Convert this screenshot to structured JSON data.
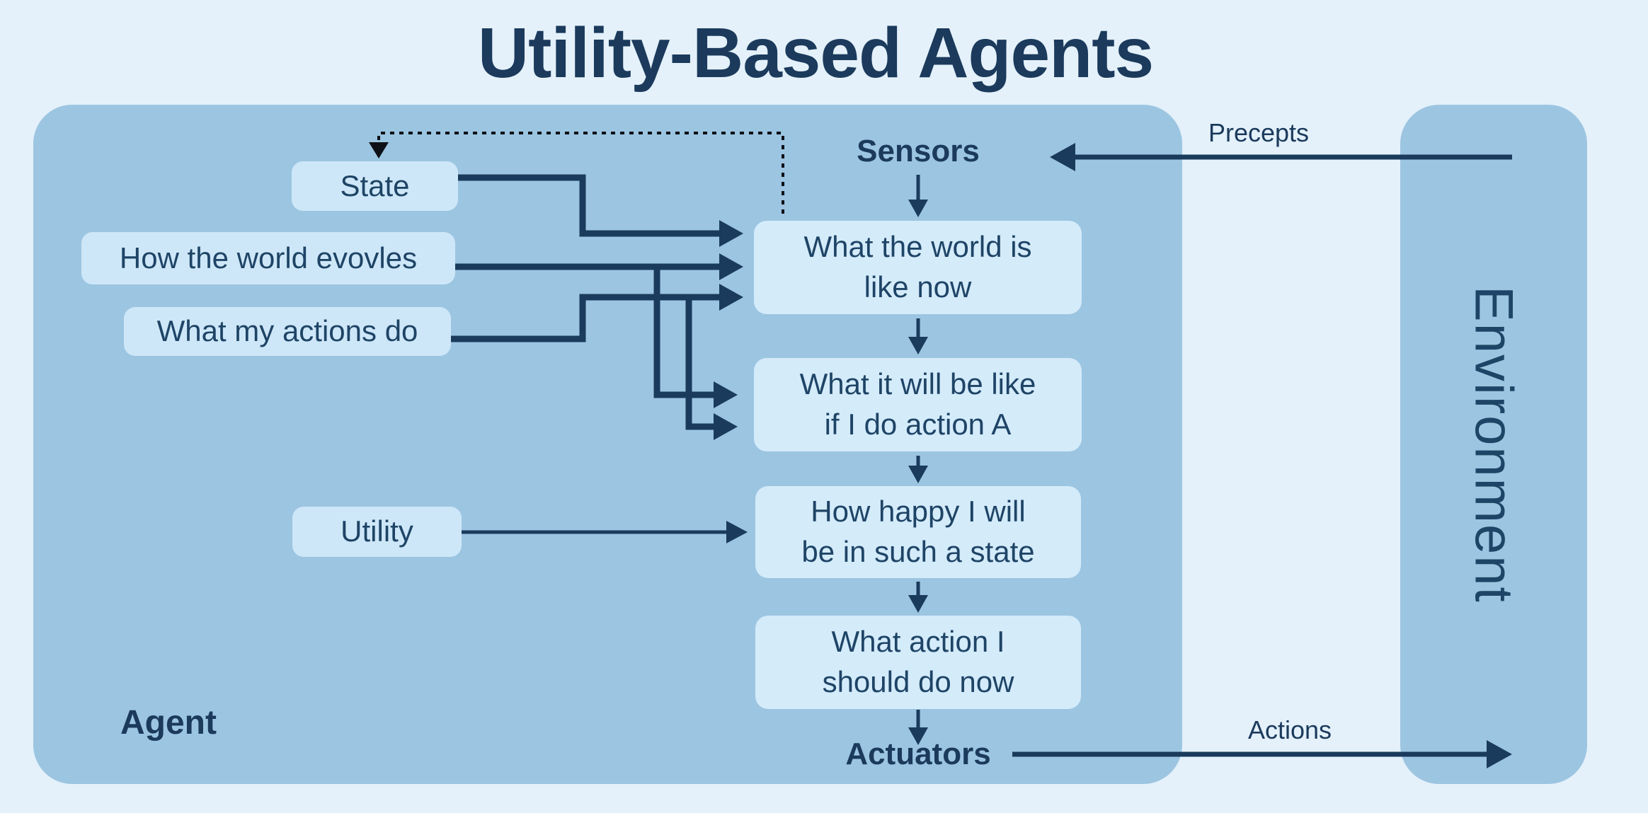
{
  "title": "Utility-Based Agents",
  "agent": {
    "label": "Agent",
    "sensors_label": "Sensors",
    "actuators_label": "Actuators"
  },
  "environment": {
    "label": "Environment"
  },
  "flows": {
    "precepts_label": "Precepts",
    "actions_label": "Actions"
  },
  "knowledge_boxes": {
    "state": "State",
    "world_evolves": "How the world evovles",
    "actions_do": "What my actions do",
    "utility": "Utility"
  },
  "process_boxes": {
    "world_now": "What the world is\nlike now",
    "world_future": "What it will be like\nif I do action A",
    "happiness": "How happy I will\nbe in such a state",
    "action_choice": "What action I\nshould do now"
  },
  "colors": {
    "background": "#E4F1FA",
    "container_fill": "#9CC5E1",
    "knowledge_box_fill": "#CEE7F8",
    "process_box_fill": "#D4EBFA",
    "navy_text": "#1E4466",
    "heading_navy": "#1B3A5C",
    "connector_line": "#1A3B5C",
    "dotted_feedback_line": "#0D1117"
  }
}
